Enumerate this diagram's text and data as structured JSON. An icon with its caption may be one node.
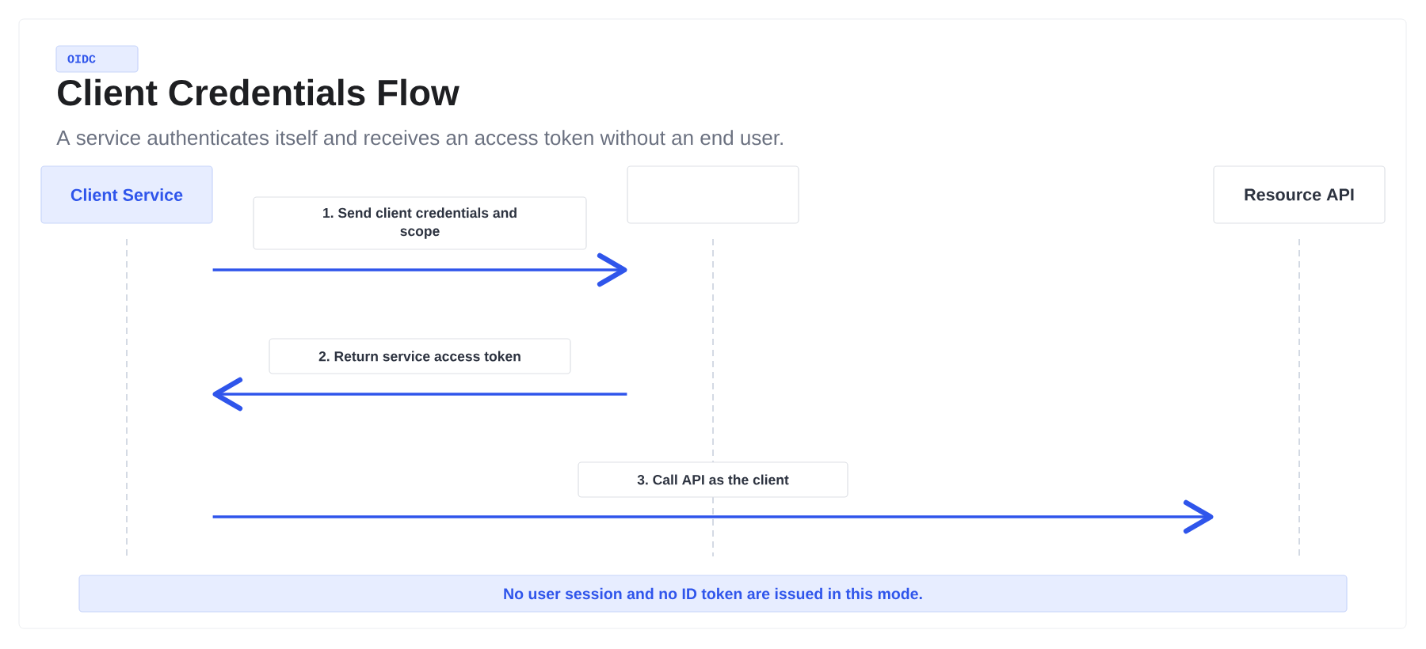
{
  "diagram": {
    "title": "Client Credentials Flow",
    "nodes": [
      {
        "text": [
          "OIDC"
        ]
      },
      {
        "text": [
          "Client Service"
        ]
      },
      {
        "text": [],
        "shape": "box"
      },
      {
        "text": [
          "Resource API"
        ]
      },
      {
        "text": [
          "No user session and no ID token are issued in this mode."
        ]
      }
    ],
    "edges": [
      {
        "from": 1,
        "to": 2,
        "arrow": "to",
        "label": "1. Send client credentials and scope"
      },
      {
        "from": 2,
        "to": 1,
        "arrow": "to",
        "label": "2. Return service access token"
      },
      {
        "from": 1,
        "to": 3,
        "arrow": "to",
        "label": "3. Call API as the client"
      }
    ],
    "labels": [
      "A service authenticates itself and receives an access token without an end user."
    ]
  }
}
